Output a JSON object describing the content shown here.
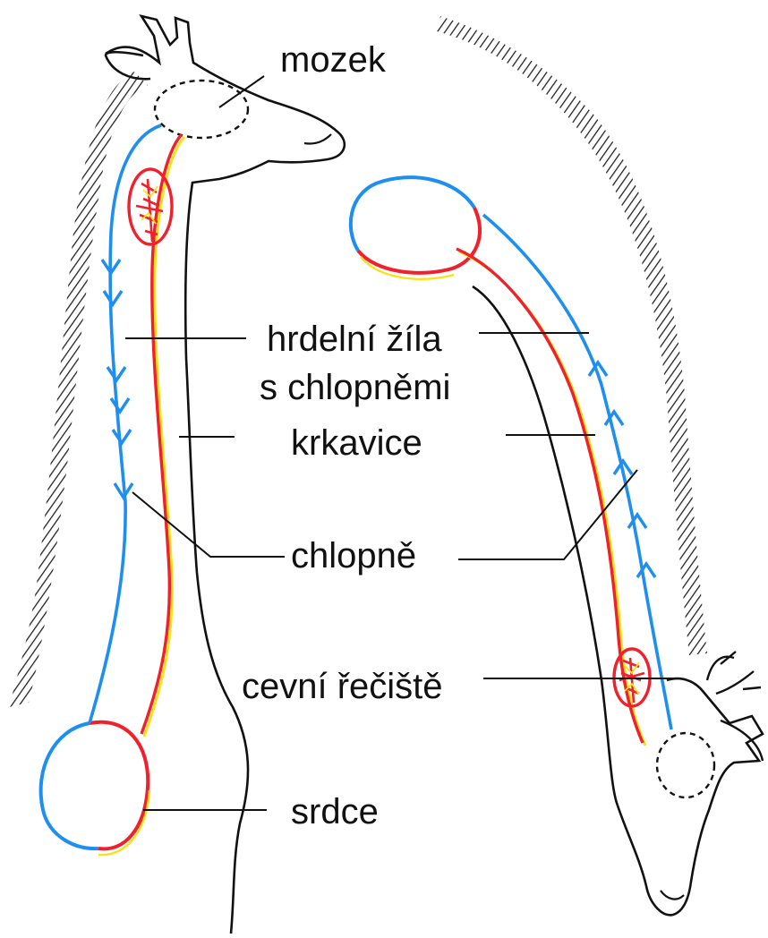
{
  "labels": {
    "brain": "mozek",
    "jugular_vein_line1": "hrdelní žíla",
    "jugular_vein_line2": "s chlopněmi",
    "carotid": "krkavice",
    "valves": "chlopně",
    "vascular_network": "cevní řečiště",
    "heart": "srdce"
  },
  "colors": {
    "vein": "#1e8ff0",
    "artery": "#f0202c",
    "artery_highlight": "#f6e21a",
    "outline": "#111111",
    "mane": "#222222",
    "background": "#ffffff"
  }
}
